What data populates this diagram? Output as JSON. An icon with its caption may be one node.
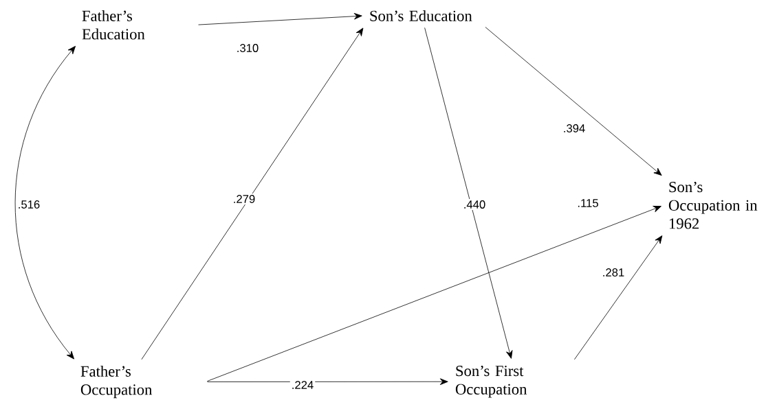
{
  "diagram": {
    "nodes": [
      {
        "text": [
          "Father’s Education"
        ]
      },
      {
        "text": [
          "Son’s Education"
        ]
      },
      {
        "text": [
          "Son’s Occupation in 1962"
        ]
      },
      {
        "text": [
          "Father’s Occupation"
        ]
      },
      {
        "text": [
          "Son’s First Occupation"
        ]
      }
    ],
    "edges": [
      {
        "from": 0,
        "to": 1,
        "arrow": "to",
        "label": ".310"
      },
      {
        "from": 3,
        "to": 0,
        "arrow": "both",
        "label": ".516"
      },
      {
        "from": 3,
        "to": 1,
        "arrow": "to",
        "label": ".279"
      },
      {
        "from": 1,
        "to": 2,
        "arrow": "to",
        "label": ".394"
      },
      {
        "from": 1,
        "to": 4,
        "arrow": "to",
        "label": ".440"
      },
      {
        "from": 3,
        "to": 2,
        "arrow": "to",
        "label": ".115"
      },
      {
        "from": 4,
        "to": 2,
        "arrow": "to",
        "label": ".281"
      },
      {
        "from": 3,
        "to": 4,
        "arrow": "to",
        "label": ".224"
      }
    ]
  }
}
